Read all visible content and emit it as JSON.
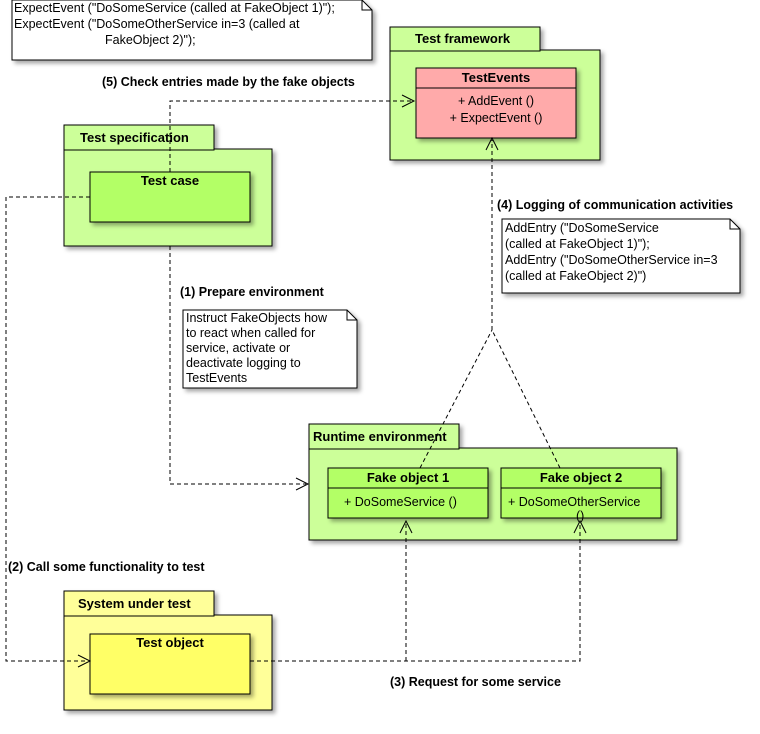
{
  "packages": {
    "test_framework": {
      "title": "Test framework"
    },
    "test_specification": {
      "title": "Test specification"
    },
    "runtime_environment": {
      "title": "Runtime environment"
    },
    "system_under_test": {
      "title": "System under test"
    }
  },
  "classes": {
    "test_events": {
      "name": "TestEvents",
      "methods": [
        "+ AddEvent ()",
        "+ ExpectEvent ()"
      ]
    },
    "test_case": {
      "name": "Test case"
    },
    "fake_object_1": {
      "name": "Fake object 1",
      "methods": [
        "+ DoSomeService ()"
      ]
    },
    "fake_object_2": {
      "name": "Fake object 2",
      "methods": [
        "+ DoSomeOtherService",
        "()"
      ]
    },
    "test_object": {
      "name": "Test object"
    }
  },
  "notes": {
    "expect_events": [
      "ExpectEvent (\"DoSomeService (called at FakeObject 1)\");",
      "ExpectEvent (\"DoSomeOtherService in=3 (called at",
      "FakeObject 2)\");"
    ],
    "add_entries": [
      "AddEntry (\"DoSomeService",
      "(called at FakeObject 1)\");",
      "AddEntry (\"DoSomeOtherService in=3",
      "(called at FakeObject 2)\")"
    ],
    "instruct": [
      "Instruct FakeObjects how",
      "to react when called for",
      "service,  activate or",
      "deactivate logging to",
      "TestEvents"
    ]
  },
  "labels": {
    "step1": "(1) Prepare environment",
    "step2": "(2) Call some functionality to test",
    "step3": "(3) Request for some service",
    "step4": "(4) Logging of communication activities",
    "step5": "(5) Check entries made by the fake objects"
  },
  "colors": {
    "green_fill": "#ccff99",
    "green_dark": "#b3ff66",
    "red_fill": "#ffaaaa",
    "yellow_fill": "#ffff99",
    "yellow_dark": "#ffff66",
    "note_fill": "#ffffff"
  }
}
